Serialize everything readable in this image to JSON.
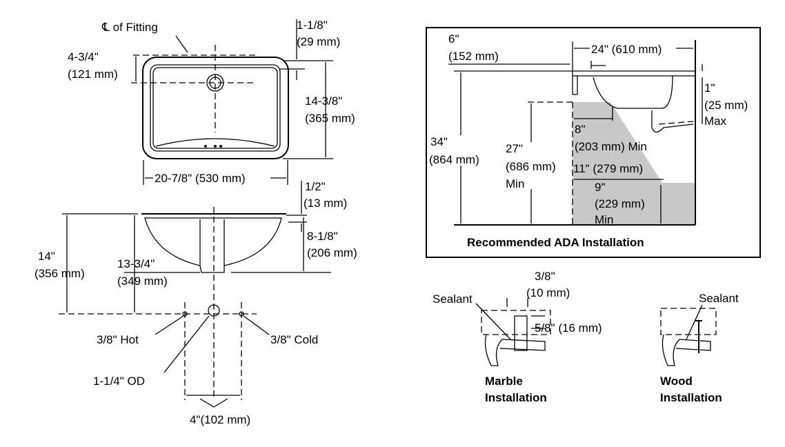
{
  "plan_view": {
    "cl_of_fitting": "℄ of Fitting",
    "dim_rim_in": "1-1/8\"",
    "dim_rim_mm": "(29 mm)",
    "dim_drain_in": "4-3/4\"",
    "dim_drain_mm": "(121 mm)",
    "dim_depth_in": "14-3/8\"",
    "dim_depth_mm": "(365 mm)",
    "dim_width": "20-7/8\" (530 mm)"
  },
  "section_view": {
    "dim_flange_in": "1/2\"",
    "dim_flange_mm": "(13 mm)",
    "dim_bowl_in": "8-1/8\"",
    "dim_bowl_mm": "(206 mm)",
    "dim_total_in": "14\"",
    "dim_total_mm": "(356 mm)",
    "dim_drain_in": "13-3/4\"",
    "dim_drain_mm": "(349 mm)",
    "hot": "3/8\" Hot",
    "cold": "3/8\" Cold",
    "od": "1-1/4\" OD",
    "spacing": "4\"(102 mm)"
  },
  "ada": {
    "title": "Recommended ADA Installation",
    "d6_in": "6\"",
    "d6_mm": "(152 mm)",
    "d24": "24\" (610 mm)",
    "d34_in": "34\"",
    "d34_mm": "(864 mm)",
    "d27_in": "27\"",
    "d27_mm": "(686 mm)",
    "d27_min": "Min",
    "d8_in": "8\"",
    "d8_mm": "(203 mm) Min",
    "d11": "11\" (279 mm)",
    "d9_in": "9\"",
    "d9_mm": "(229 mm)",
    "d9_min": "Min",
    "d1_in": "1\"",
    "d1_mm": "(25 mm)",
    "d1_max": "Max",
    "shade_color": "#c8c8c8"
  },
  "marble": {
    "sealant": "Sealant",
    "d38_in": "3/8\"",
    "d38_mm": "(10 mm)",
    "d58": "5/8\" (16 mm)",
    "label1": "Marble",
    "label2": "Installation"
  },
  "wood": {
    "sealant": "Sealant",
    "label1": "Wood",
    "label2": "Installation"
  }
}
